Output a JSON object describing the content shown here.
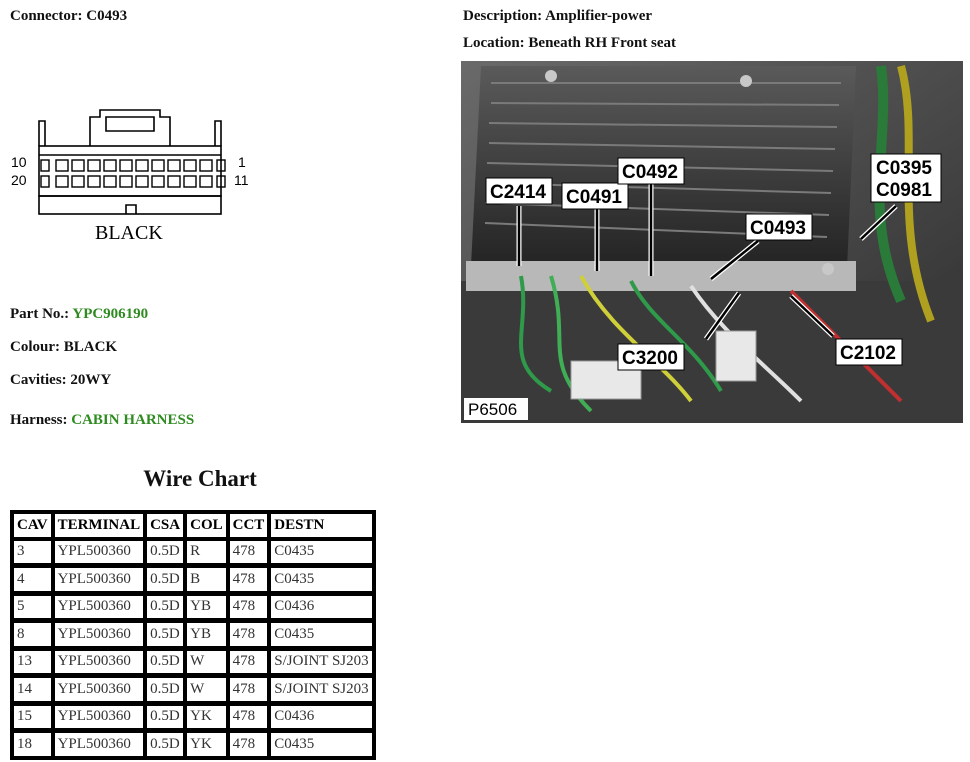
{
  "connector": {
    "label": "Connector:",
    "value": "C0493"
  },
  "description": {
    "label": "Description:",
    "value": "Amplifier-power"
  },
  "location": {
    "label": "Location:",
    "value": "Beneath RH Front seat"
  },
  "diagram": {
    "pin_labels": {
      "top_left": "10",
      "bottom_left": "20",
      "top_right": "1",
      "bottom_right": "11"
    },
    "color_label": "BLACK"
  },
  "photo": {
    "id_label": "P6506",
    "callouts": [
      "C2414",
      "C0491",
      "C0492",
      "C0493",
      "C0395",
      "C0981",
      "C3200",
      "C2102"
    ]
  },
  "part_no": {
    "label": "Part No.:",
    "value": "YPC906190"
  },
  "colour": {
    "label": "Colour:",
    "value": "BLACK"
  },
  "cavities": {
    "label": "Cavities:",
    "value": "20WY"
  },
  "harness": {
    "label": "Harness:",
    "value": "CABIN HARNESS"
  },
  "wire_chart": {
    "title": "Wire Chart",
    "headers": [
      "CAV",
      "TERMINAL",
      "CSA",
      "COL",
      "CCT",
      "DESTN"
    ],
    "rows": [
      [
        "3",
        "YPL500360",
        "0.5D",
        "R",
        "478",
        "C0435"
      ],
      [
        "4",
        "YPL500360",
        "0.5D",
        "B",
        "478",
        "C0435"
      ],
      [
        "5",
        "YPL500360",
        "0.5D",
        "YB",
        "478",
        "C0436"
      ],
      [
        "8",
        "YPL500360",
        "0.5D",
        "YB",
        "478",
        "C0435"
      ],
      [
        "13",
        "YPL500360",
        "0.5D",
        "W",
        "478",
        "S/JOINT SJ203"
      ],
      [
        "14",
        "YPL500360",
        "0.5D",
        "W",
        "478",
        "S/JOINT SJ203"
      ],
      [
        "15",
        "YPL500360",
        "0.5D",
        "YK",
        "478",
        "C0436"
      ],
      [
        "18",
        "YPL500360",
        "0.5D",
        "YK",
        "478",
        "C0435"
      ]
    ]
  },
  "colors": {
    "link_green": "#2e8b1f"
  }
}
